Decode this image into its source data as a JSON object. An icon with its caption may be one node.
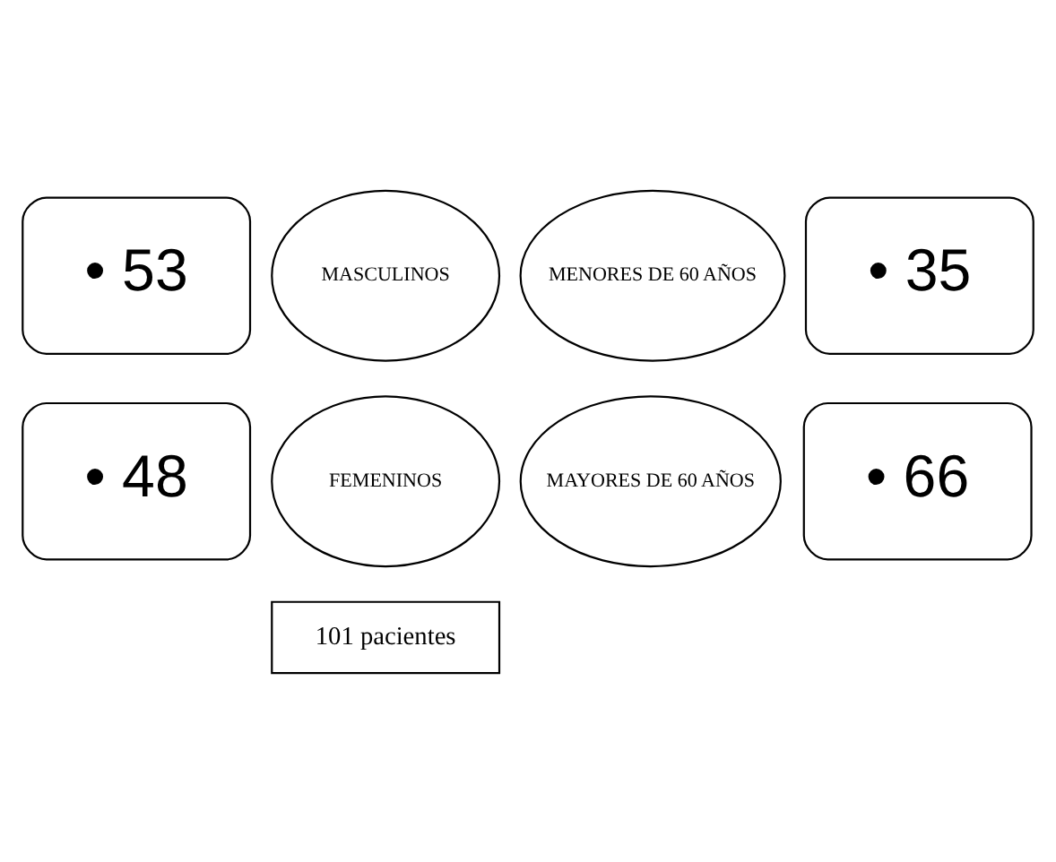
{
  "diagram": {
    "nodes": [
      {
        "text": [
          "• 53"
        ]
      },
      {
        "text": [
          "• 35"
        ]
      },
      {
        "text": [
          "MASCULINOS"
        ]
      },
      {
        "text": [
          "MENORES DE 60 AÑOS"
        ]
      },
      {
        "text": [
          "FEMENINOS"
        ]
      },
      {
        "text": [
          "MAYORES DE 60 AÑOS"
        ]
      },
      {
        "text": [
          "• 48"
        ]
      },
      {
        "text": [
          "• 66"
        ]
      },
      {
        "text": [
          "101 pacientes"
        ]
      }
    ]
  }
}
